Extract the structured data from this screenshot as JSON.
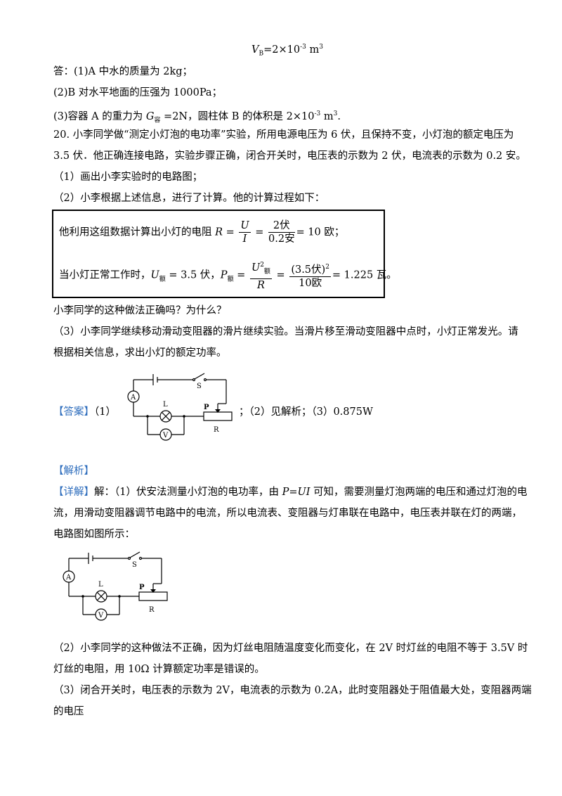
{
  "top_formula": {
    "v": "V",
    "v_sub": "B",
    "eq": "=2×10",
    "exp": "-3",
    "unit": " m",
    "unit_exp": "3"
  },
  "answer_prev": {
    "a1": "答：(1)A 中水的质量为 2kg；",
    "a2": "(2)B 对水平地面的压强为 1000Pa；",
    "a3_pre": "(3)容器 A 的重力为 ",
    "a3_g": "G",
    "a3_gsub": "容",
    "a3_mid": " =2N，圆柱体 B 的体积是 2×10",
    "a3_exp": "-3",
    "a3_unit": "  m",
    "a3_unit_exp": "3",
    "a3_end": "."
  },
  "q20": {
    "line1": "20. 小李同学做“测定小灯泡的电功率”实验，所用电源电压为 6 伏，且保持不变，小灯泡的额定电压为",
    "line2": "3.5 伏．他正确连接电路，实验步骤正确，闭合开关时，电压表的示数为 2 伏，电流表的示数为 0.2 安。",
    "sub1": "（1）画出小李实验时的电路图；",
    "sub2": "（2）小李根据上述信息，进行了计算。他的计算过程如下："
  },
  "box": {
    "r1_text": "他利用这组数据计算出小灯的电阻 ",
    "r1_R": "R",
    "r1_eq": " = ",
    "r1_f1_num": "U",
    "r1_f1_den": "I",
    "r1_f2_num": "2伏",
    "r1_f2_den": "0.2安",
    "r1_result": "= 10 欧；",
    "r2_text": "当小灯正常工作时，",
    "r2_u": "U",
    "r2_usub": "额",
    "r2_uval": " = 3.5",
    "r2_fu": " 伏，",
    "r2_p": "P",
    "r2_psub": "额",
    "r2_eq": " = ",
    "r2_f1_num_u": "U",
    "r2_f1_num_sup": "2",
    "r2_f1_num_sub": "额",
    "r2_f1_den": "R",
    "r2_f2_num": "(3.5伏)",
    "r2_f2_num_sup": "2",
    "r2_f2_den": "10欧",
    "r2_result": "= 1.225",
    "r2_unit": " 瓦。"
  },
  "q20_cont": {
    "ask": "小李同学的这种做法正确吗？为什么？",
    "sub3a": "（3）小李同学继续移动滑动变阻器的滑片继续实验。当滑片移至滑动变阻器中点时，小灯正常发光。请",
    "sub3b": "根据相关信息，求出小灯的额定功率。"
  },
  "answer": {
    "tag": "【答案】",
    "p1": "（1）",
    "p2": "；（2）见解析；（3）0.875W"
  },
  "circuit_labels": {
    "a": "A",
    "s": "S",
    "l": "L",
    "p": "P",
    "r": "R",
    "v": "V"
  },
  "analysis": {
    "tag": "【解析】",
    "detail_tag": "【详解】",
    "d1": "解：（1）伏安法测量小灯泡的电功率，由 ",
    "d1_formula": "P=UI",
    "d1_end": " 可知，需要测量灯泡两端的电压和通过灯泡的电",
    "d2": "流，用滑动变阻器调节电路中的电流，所以电流表、变阻器与灯串联在电路中，电压表并联在灯的两端，",
    "d3": "电路图如图所示：",
    "e1": "（2）小李同学的这种做法不正确，因为灯丝电阻随温度变化而变化，在 2V 时灯丝的电阻不等于 3.5V 时",
    "e2": "灯丝的电阻，用 10Ω 计算额定功率是错误的。",
    "f1": "（3）闭合开关时，电压表的示数为 2V，电流表的示数为 0.2A，此时变阻器处于阻值最大处，变阻器两端",
    "f2": "的电压"
  }
}
